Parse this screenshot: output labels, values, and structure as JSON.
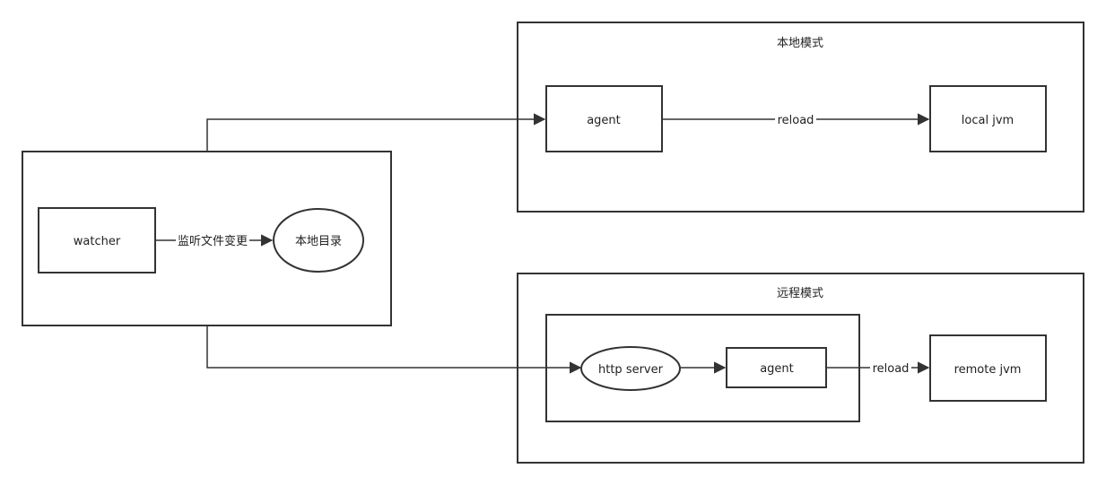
{
  "groups": {
    "local_mode": {
      "title": "本地模式"
    },
    "remote_mode": {
      "title": "远程模式"
    }
  },
  "nodes": {
    "watcher": "watcher",
    "local_dir": "本地目录",
    "agent_local": "agent",
    "local_jvm": "local jvm",
    "http_server": "http server",
    "agent_remote": "agent",
    "remote_jvm": "remote jvm"
  },
  "edges": {
    "watch_label": "监听文件变更",
    "reload_local": "reload",
    "reload_remote": "reload"
  },
  "colors": {
    "stroke": "#333333",
    "background": "#ffffff",
    "text": "#222222"
  }
}
